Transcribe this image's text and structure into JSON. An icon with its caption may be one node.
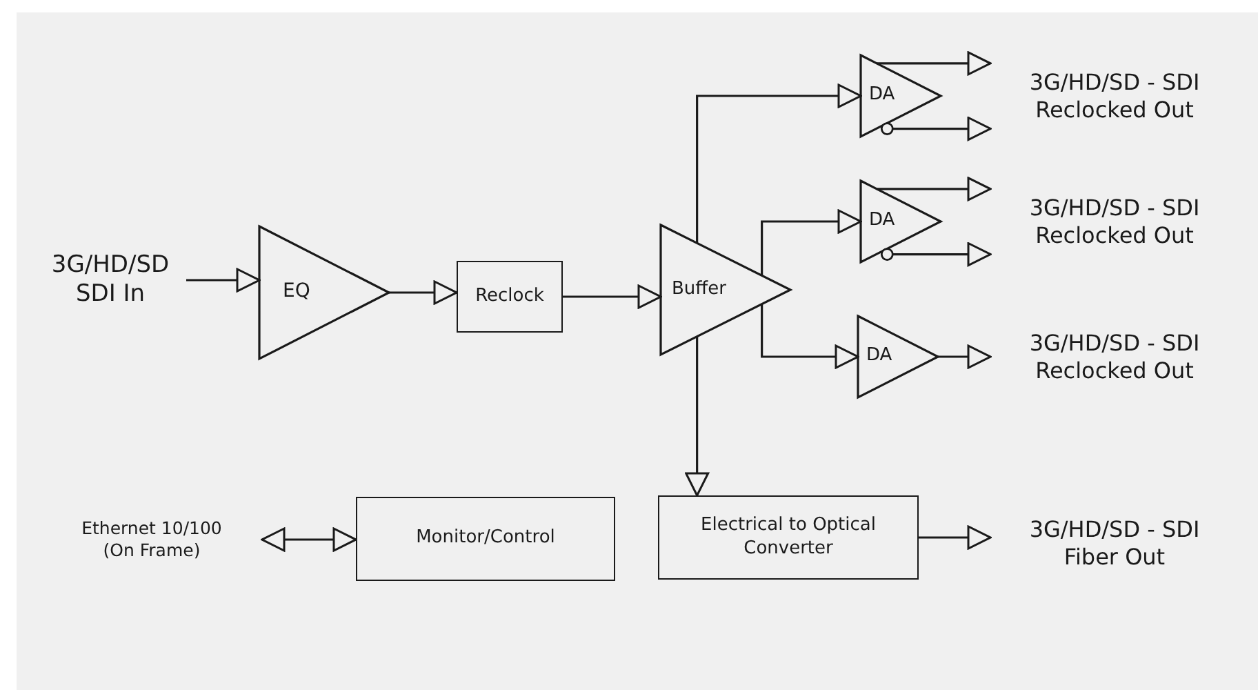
{
  "diagram": {
    "nodes": [
      {
        "text": [
          "3G/HD/SD SDI In"
        ]
      },
      {
        "text": [
          "EQ"
        ]
      },
      {
        "text": [
          "Reclock"
        ]
      },
      {
        "text": [
          "Buffer"
        ]
      },
      {
        "text": [
          "DA"
        ]
      },
      {
        "text": [
          "DA"
        ]
      },
      {
        "text": [
          "DA"
        ]
      },
      {
        "text": [
          "3G/HD/SD - SDI Reclocked Out"
        ]
      },
      {
        "text": [
          "3G/HD/SD - SDI Reclocked Out"
        ]
      },
      {
        "text": [
          "3G/HD/SD - SDI Reclocked Out"
        ]
      },
      {
        "text": [
          "Ethernet 10/100 (On Frame)"
        ]
      },
      {
        "text": [
          "Monitor/Control"
        ]
      },
      {
        "text": [
          "Electrical to Optical Converter"
        ]
      },
      {
        "text": [
          "3G/HD/SD - SDI Fiber Out"
        ]
      }
    ],
    "edges": [
      {
        "from": 0,
        "to": 1,
        "arrow": "to"
      },
      {
        "from": 1,
        "to": 2,
        "arrow": "to"
      },
      {
        "from": 2,
        "to": 3,
        "arrow": "to"
      },
      {
        "from": 3,
        "to": 4,
        "arrow": "to"
      },
      {
        "from": 3,
        "to": 5,
        "arrow": "to"
      },
      {
        "from": 3,
        "to": 6,
        "arrow": "to"
      },
      {
        "from": 4,
        "to": 7,
        "arrow": "to"
      },
      {
        "from": 4,
        "to": 7,
        "arrow": "to"
      },
      {
        "from": 5,
        "to": 8,
        "arrow": "to"
      },
      {
        "from": 5,
        "to": 8,
        "arrow": "to"
      },
      {
        "from": 6,
        "to": 9,
        "arrow": "to"
      },
      {
        "from": 3,
        "to": 12,
        "arrow": "to"
      },
      {
        "from": 10,
        "to": 11,
        "arrow": "both"
      },
      {
        "from": 12,
        "to": 13,
        "arrow": "to"
      }
    ]
  }
}
